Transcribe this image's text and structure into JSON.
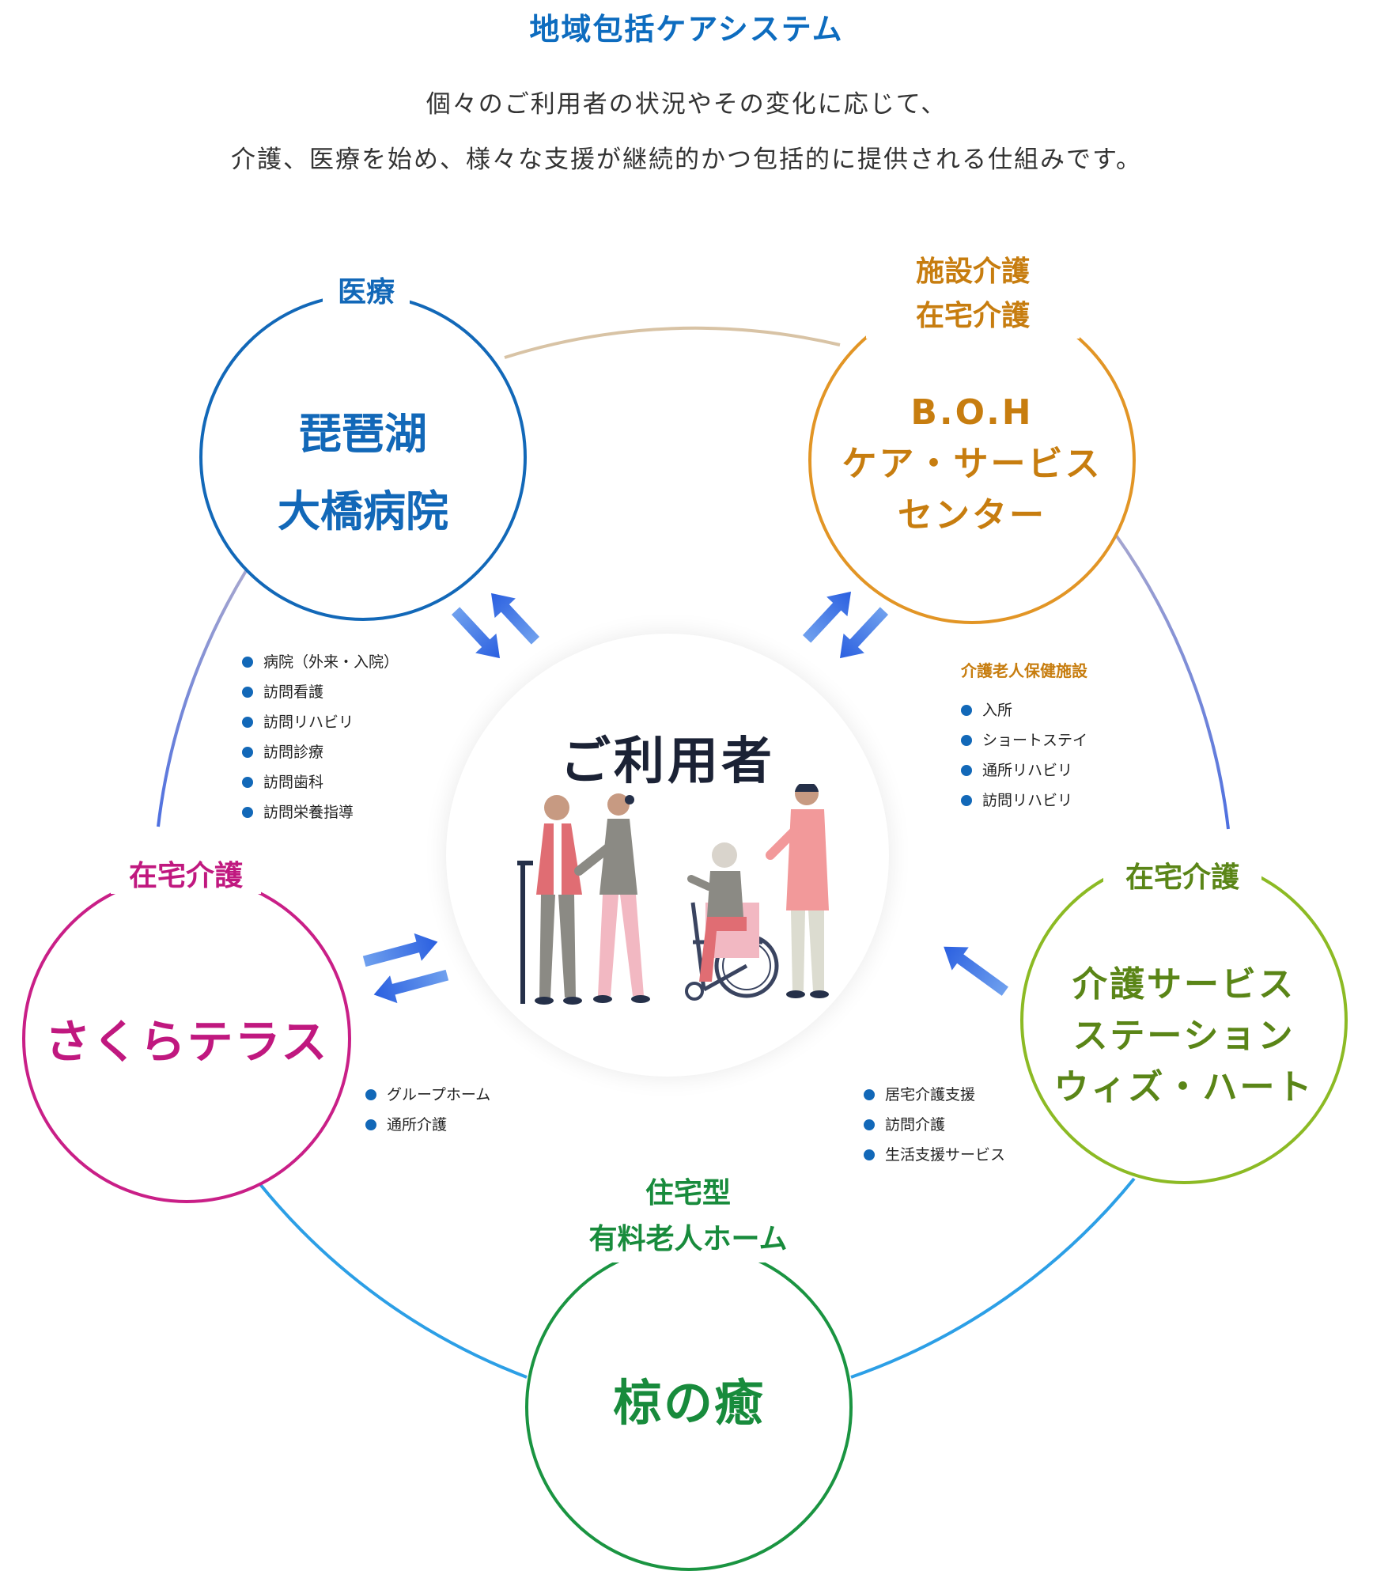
{
  "header": {
    "title": "地域包括ケアシステム",
    "description_line1": "個々のご利用者の状況やその変化に応じて、",
    "description_line2": "介護、医療を始め、様々な支援が継続的かつ包括的に提供される仕組みです。"
  },
  "center": {
    "title": "ご利用者"
  },
  "nodes": {
    "hospital": {
      "category": "医療",
      "name_line1": "琵琶湖",
      "name_line2": "大橋病院",
      "color": "#1268b8",
      "services": [
        "病院（外来・入院）",
        "訪問看護",
        "訪問リハビリ",
        "訪問診療",
        "訪問歯科",
        "訪問栄養指導"
      ]
    },
    "boh": {
      "category_line1": "施設介護",
      "category_line2": "在宅介護",
      "name_line1": "B.O.H",
      "name_line2": "ケア・サービス",
      "name_line3": "センター",
      "color": "#e29525",
      "subheading": "介護老人保健施設",
      "services": [
        "入所",
        "ショートステイ",
        "通所リハビリ",
        "訪問リハビリ"
      ]
    },
    "sakura": {
      "category": "在宅介護",
      "name": "さくらテラス",
      "color": "#c91f87",
      "services": [
        "グループホーム",
        "通所介護"
      ]
    },
    "wisheart": {
      "category": "在宅介護",
      "name_line1": "介護サービス",
      "name_line2": "ステーション",
      "name_line3": "ウィズ・ハート",
      "color": "#8cba24",
      "services": [
        "居宅介護支援",
        "訪問介護",
        "生活支援サービス"
      ]
    },
    "mukunoyu": {
      "category_line1": "住宅型",
      "category_line2": "有料老人ホーム",
      "name": "椋の癒",
      "color": "#1a9441"
    }
  },
  "colors": {
    "arrow": "#3a6fe0",
    "bullet": "#1268b8"
  }
}
